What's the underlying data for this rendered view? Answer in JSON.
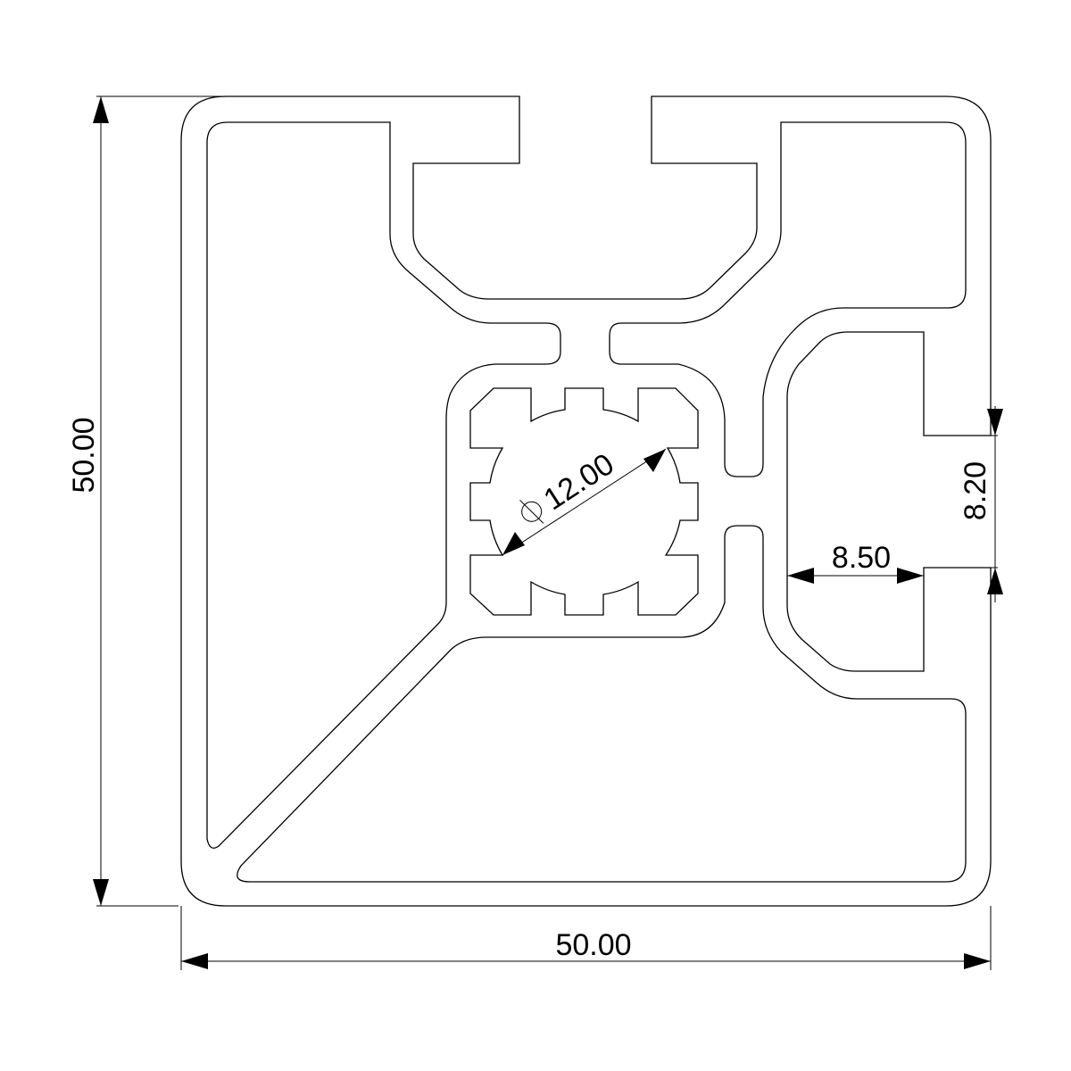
{
  "title": "Aluminium extrusion profile 50x50 cross-section",
  "dimensions": {
    "height": "50.00",
    "width": "50.00",
    "slot_opening": "8.20",
    "slot_depth": "8.50",
    "center_bore": "12.00",
    "diameter_symbol": "⌀"
  }
}
